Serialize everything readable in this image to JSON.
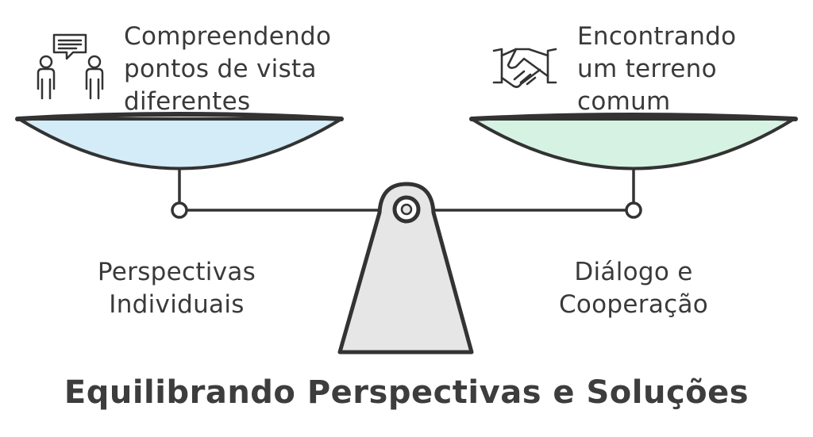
{
  "title": "Equilibrando Perspectivas e Soluções",
  "left_pan": {
    "top_label": [
      "Compreendendo",
      "pontos de vista",
      "diferentes"
    ],
    "bottom_label": [
      "Perspectivas",
      "Individuais"
    ],
    "icon": "people-talking-icon",
    "fill_color": "#d4ecf7"
  },
  "right_pan": {
    "top_label": [
      "Encontrando",
      "um terreno",
      "comum"
    ],
    "bottom_label": [
      "Diálogo e",
      "Cooperação"
    ],
    "icon": "handshake-icon",
    "fill_color": "#d6f2e3"
  },
  "colors": {
    "stroke": "#333333",
    "fulcrum_fill": "#e6e6e6",
    "text": "#3a3a3a"
  }
}
